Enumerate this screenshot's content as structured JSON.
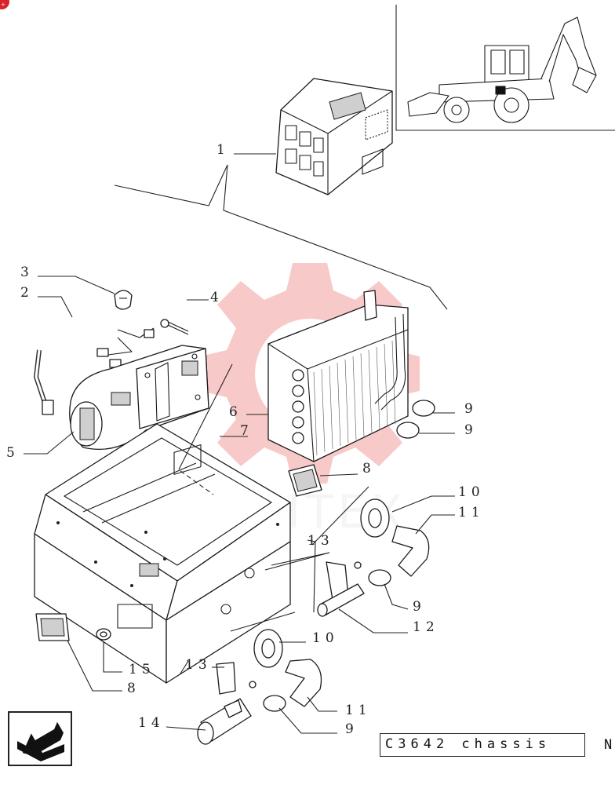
{
  "diagram": {
    "callouts": [
      {
        "id": "c1",
        "text": "1"
      },
      {
        "id": "c2",
        "text": "2"
      },
      {
        "id": "c3",
        "text": "3"
      },
      {
        "id": "c4",
        "text": "4"
      },
      {
        "id": "c5",
        "text": "5"
      },
      {
        "id": "c6",
        "text": "6"
      },
      {
        "id": "c7",
        "text": "7"
      },
      {
        "id": "c8a",
        "text": "8"
      },
      {
        "id": "c8b",
        "text": "8"
      },
      {
        "id": "c9a",
        "text": "9"
      },
      {
        "id": "c9b",
        "text": "9"
      },
      {
        "id": "c9c",
        "text": "9"
      },
      {
        "id": "c9d",
        "text": "9"
      },
      {
        "id": "c10a",
        "text": "10"
      },
      {
        "id": "c10b",
        "text": "10"
      },
      {
        "id": "c11a",
        "text": "11"
      },
      {
        "id": "c11b",
        "text": "11"
      },
      {
        "id": "c12",
        "text": "12"
      },
      {
        "id": "c13a",
        "text": "13"
      },
      {
        "id": "c13b",
        "text": "13"
      },
      {
        "id": "c14",
        "text": "14"
      },
      {
        "id": "c15",
        "text": "15"
      }
    ],
    "watermark_text": "ИНТЕХ",
    "watermark_color": "#f4a6a6"
  },
  "footer": {
    "code_label": "C3642 chassis",
    "code_suffix": "N"
  },
  "nav": {
    "button_icon": "return-arrow-icon"
  }
}
